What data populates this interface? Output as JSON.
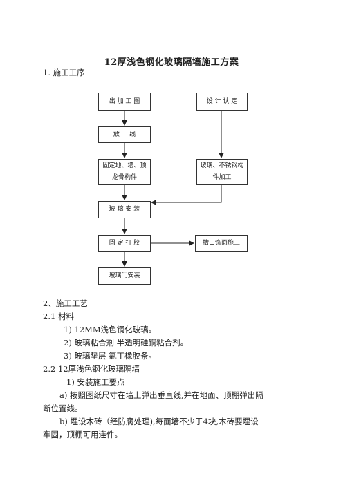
{
  "document": {
    "title": "12厚浅色钢化玻璃隔墙施工方案",
    "section1_heading": "1. 施工工序",
    "flowchart": {
      "box_cut_design": "出 加 工 图",
      "box_design_approval": "设 计 认 定",
      "box_layout": "放     线",
      "box_fix_frame_line1": "固定地、墙、顶",
      "box_fix_frame_line2": "龙骨构件",
      "box_glass_processing_line1": "玻璃、不锈钢构",
      "box_glass_processing_line2": "件加工",
      "box_glass_install": "玻 璃 安 装",
      "box_fix_glue": "固 定 打 胶",
      "box_groove_finish": "槽口饰面施工",
      "box_door_install": "玻璃门安装"
    },
    "section2_heading": "2、施工工艺",
    "sub21_heading": "2.1 材料",
    "materials": [
      "1)  12MM浅色钢化玻璃。",
      "2)  玻璃粘合剂   半透明硅铜粘合剂。",
      "3)  玻璃垫层   氯丁橡胶条。"
    ],
    "sub22_heading": "2.2 12厚浅色钢化玻璃隔墙",
    "install_points_heading": "1)  安装施工要点",
    "para_a_line1": "a)   按照图纸尺寸在墙上弹出垂直线,并在地面、顶棚弹出隔",
    "para_a_line2": "断位置线。",
    "para_b_line1": "b)   埋设木砖（经防腐处理),每面墙不少于4块,木砖要埋设",
    "para_b_line2": "牢固，顶棚可用连件。"
  }
}
